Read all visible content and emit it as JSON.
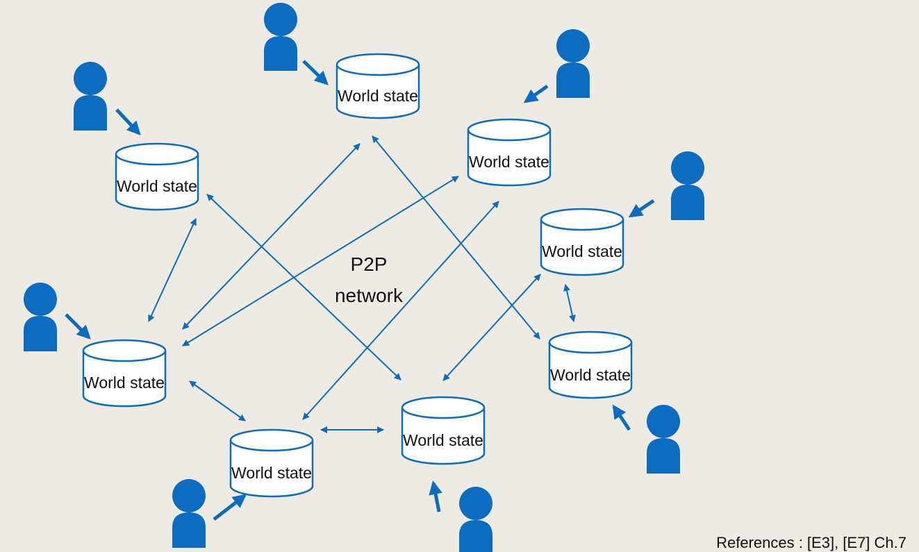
{
  "diagram": {
    "center_label_line1": "P2P",
    "center_label_line2": "network",
    "node_label": "World state",
    "references": "References : [E3], [E7] Ch.7"
  },
  "colors": {
    "background": "#EEEBE5",
    "accent": "#0B6CC0",
    "db_fill": "#FFFFFF"
  },
  "nodes": [
    {
      "id": "n1",
      "label": "World state"
    },
    {
      "id": "n2",
      "label": "World state"
    },
    {
      "id": "n3",
      "label": "World state"
    },
    {
      "id": "n4",
      "label": "World state"
    },
    {
      "id": "n5",
      "label": "World state"
    },
    {
      "id": "n6",
      "label": "World state"
    },
    {
      "id": "n7",
      "label": "World state"
    },
    {
      "id": "n8",
      "label": "World state"
    }
  ]
}
